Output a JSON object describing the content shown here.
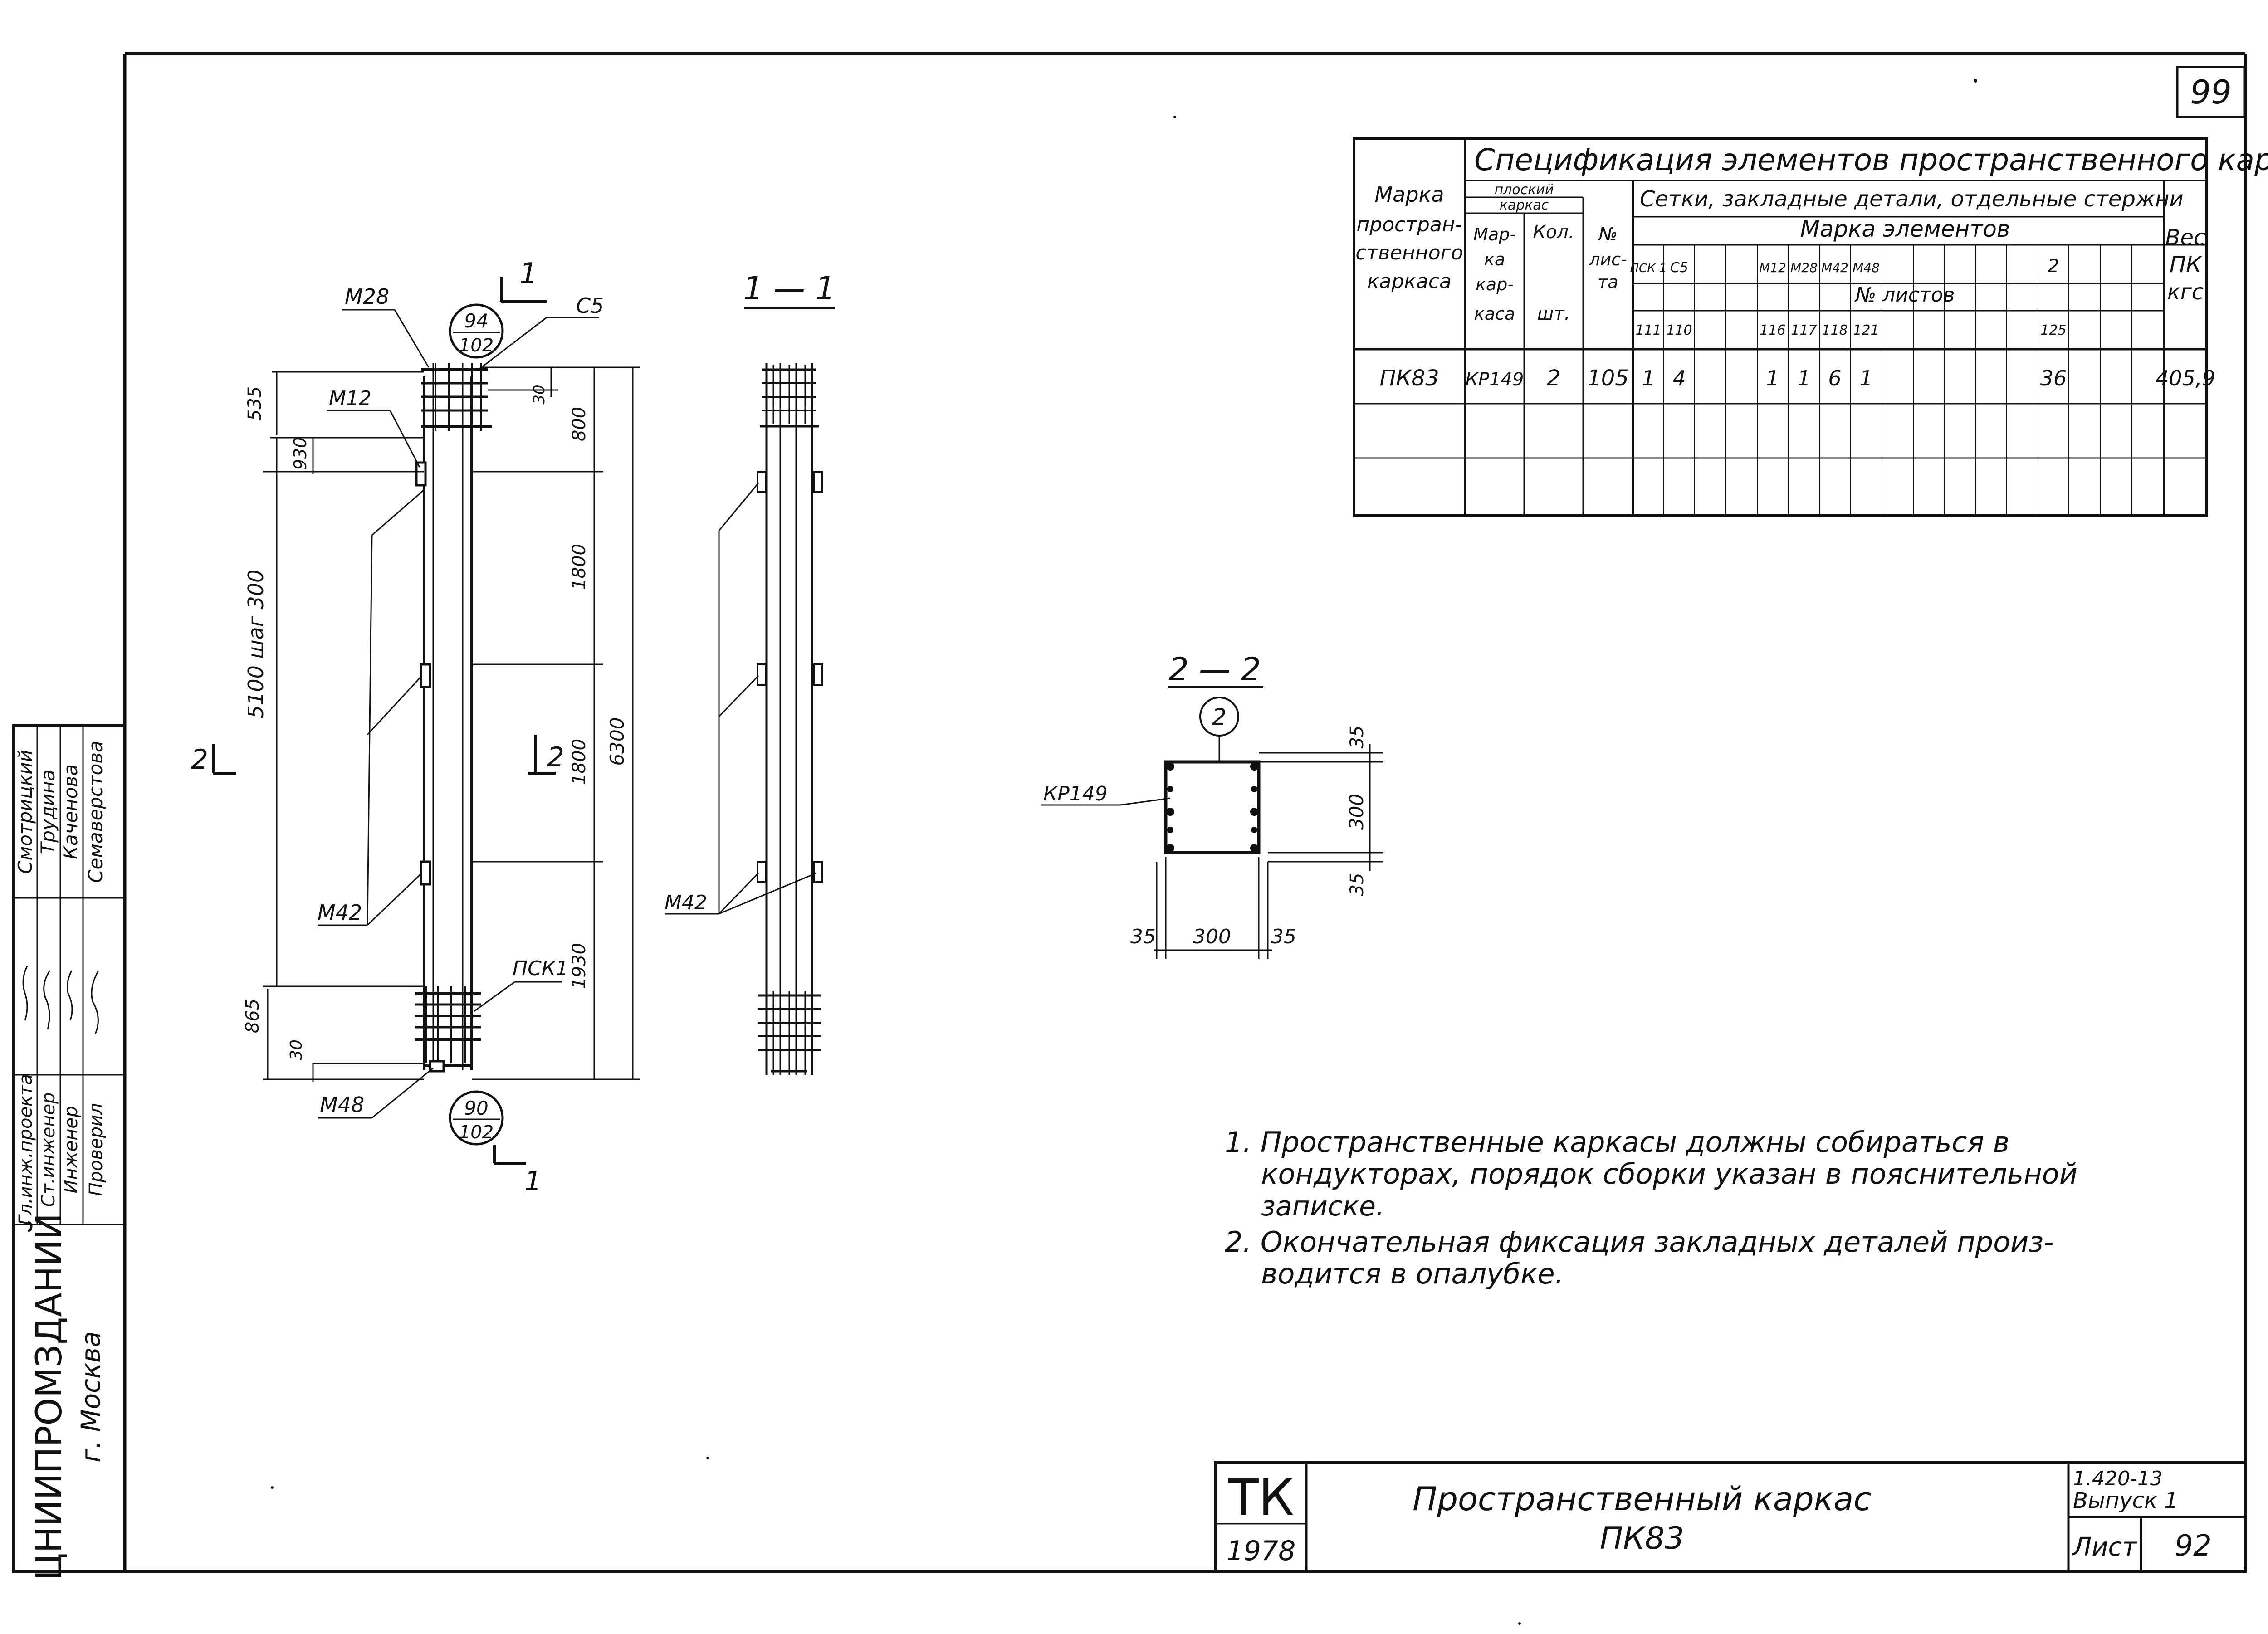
{
  "sheet_number": "99",
  "spec": {
    "title": "Спецификация элементов пространственного каркаса",
    "col_mark": [
      "Марка",
      "простран-",
      "ственного",
      "каркаса"
    ],
    "flat_frame_group": [
      "плоский",
      "каркас"
    ],
    "col_frame_mark": [
      "Мар-",
      "ка",
      "кар-",
      "каса"
    ],
    "col_qty": [
      "Кол.",
      "шт."
    ],
    "col_sheet_no": [
      "№",
      "лис-",
      "та"
    ],
    "grids_group": "Сетки, закладные детали, отдельные стержни",
    "elements_mark": "Марка элементов",
    "element_marks": [
      "ПСК 1",
      "С5",
      "",
      "",
      "М12",
      "М28",
      "М42",
      "М48",
      "",
      "",
      "",
      "",
      "",
      "2",
      "",
      "",
      ""
    ],
    "sheets_label": "№ листов",
    "element_sheets": [
      "111",
      "110",
      "",
      "",
      "116",
      "117",
      "118",
      "121",
      "",
      "",
      "",
      "",
      "",
      "125",
      "",
      "",
      ""
    ],
    "col_weight": [
      "Вес",
      "ПК",
      "кгс"
    ],
    "rows": [
      {
        "mark": "ПК83",
        "frame": "КР149",
        "qty": "2",
        "sheet": "105",
        "counts": [
          "1",
          "4",
          "",
          "",
          "1",
          "1",
          "6",
          "1",
          "",
          "",
          "",
          "",
          "",
          "36",
          "",
          "",
          ""
        ],
        "weight": "405,9"
      }
    ]
  },
  "view_main": {
    "labels": {
      "m28": "М28",
      "c5": "С5",
      "m12": "М12",
      "m42": "М42",
      "m48": "М48",
      "pck1": "ПСК1",
      "section_top": "1",
      "section_bottom": "1",
      "section2_left": "2",
      "section2_right": "2"
    },
    "ref_top": {
      "num": "94",
      "den": "102"
    },
    "ref_bottom": {
      "num": "90",
      "den": "102"
    },
    "dims": {
      "d535": "535",
      "d930": "930",
      "d5100": "5100 шаг 300",
      "d865": "865",
      "d30": "30",
      "d30top": "30",
      "d800": "800",
      "d1800a": "1800",
      "d1800b": "1800",
      "d1930": "1930",
      "d6300": "6300"
    }
  },
  "view_1_1": {
    "title": "1 — 1",
    "m42": "М42"
  },
  "view_2_2": {
    "title": "2 — 2",
    "callout": "2",
    "kp": "КР149",
    "dims": {
      "w_left": "35",
      "w_mid": "300",
      "w_right": "35",
      "h_top": "35",
      "h_mid": "300",
      "h_bot": "35"
    }
  },
  "notes": [
    "1. Пространственные каркасы должны собираться в",
    "кондукторах, порядок сборки указан в пояснительной",
    "записке.",
    "2. Окончательная фиксация закладных деталей произ-",
    "водится в опалубке."
  ],
  "side_stamp": {
    "org": "ЦНИИПРОМЗДАНИЙ",
    "city": "г. Москва",
    "roles": [
      "Гл.инж.проекта",
      "Ст.инженер",
      "Инженер",
      "Проверил"
    ],
    "names": [
      "Смотрицкий",
      "Трудина",
      "Каченова",
      "Семаверстова"
    ]
  },
  "title_block": {
    "code_top": "ТК",
    "year": "1978",
    "title": "Пространственный каркас",
    "subtitle": "ПК83",
    "series": "1.420-13",
    "issue": "Выпуск 1",
    "sheet_label": "Лист",
    "sheet_no": "92"
  }
}
